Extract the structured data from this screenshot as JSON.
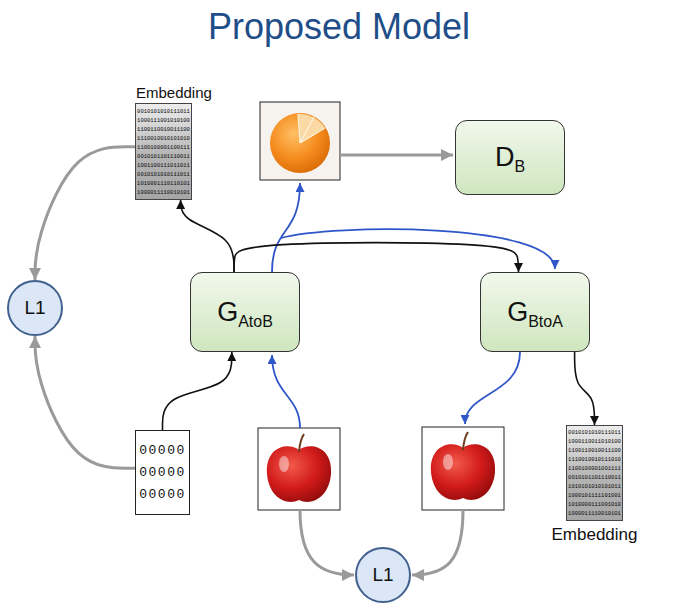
{
  "diagram": {
    "title": "Proposed Model",
    "nodes": [
      {
        "text": [
          "Embedding",
          "0010101010111011 1000111001010100 1100110010011100 1110010010101010 1100100001100111 0010101101110011 1001100111011011 0010101010111011 1010001110110101 1000011110010101"
        ]
      },
      {
        "text": [
          "DB"
        ]
      },
      {
        "text": [
          "L1"
        ]
      },
      {
        "text": [
          "GAtoB"
        ]
      },
      {
        "text": [
          "GBtoA"
        ]
      },
      {
        "text": [
          "00000 00000 00000"
        ]
      },
      {
        "text": [
          "0010101010111011 1000110011010100 1100110010011100 1110010010111010 1100100001001111 0010101101110011 1010101010101011 1000101111101001 1010000111001010 1000011110010101",
          "Embedding"
        ]
      },
      {
        "text": [
          "L1"
        ]
      }
    ],
    "edges": [
      {
        "from": 3,
        "to": 0,
        "arrow": "to"
      },
      {
        "from": 0,
        "to": 2,
        "arrow": "to"
      },
      {
        "from": 5,
        "to": 2,
        "arrow": "to"
      },
      {
        "from": 5,
        "to": 3,
        "arrow": "to"
      },
      {
        "from": 3,
        "to": 4,
        "arrow": "to"
      },
      {
        "from": 4,
        "to": 6,
        "arrow": "to"
      }
    ]
  }
}
